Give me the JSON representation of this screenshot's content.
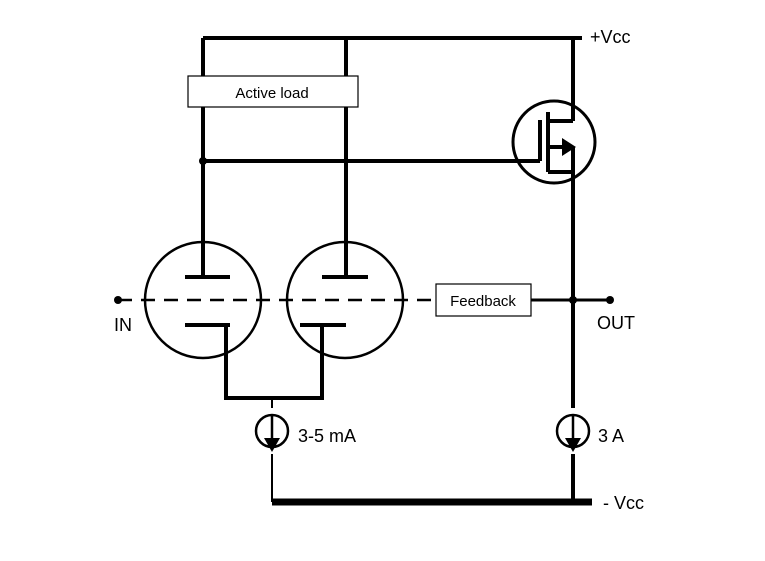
{
  "labels": {
    "vcc_pos": "+Vcc",
    "vcc_neg": "- Vcc",
    "input": "IN",
    "output": "OUT",
    "active_load": "Active load",
    "feedback": "Feedback",
    "tail_current": "3-5 mA",
    "output_current": "3 A"
  }
}
